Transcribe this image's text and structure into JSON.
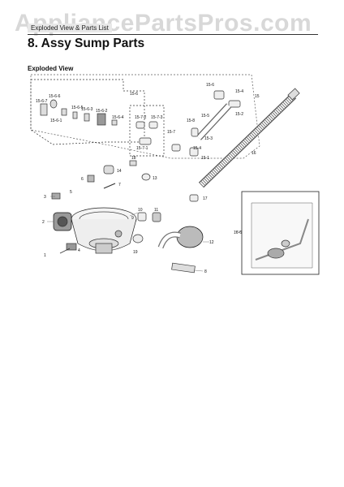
{
  "watermark": "AppliancePartsPros.com",
  "header": {
    "tab": "Exploded View & Parts List"
  },
  "title": "8.  Assy Sump Parts",
  "section": "Exploded View",
  "callouts": {
    "c1": "1",
    "c2": "2",
    "c3": "3",
    "c4": "4",
    "c5": "5",
    "c6": "6",
    "c7": "7",
    "c8": "8",
    "c9": "9",
    "c10": "10",
    "c11": "11",
    "c12": "12",
    "c13": "13",
    "c14": "14",
    "c15": "15",
    "c16": "16",
    "c17": "17",
    "c18": "18",
    "c19": "19",
    "c15_1": "15-1",
    "c15_2": "15-2",
    "c15_3": "15-3",
    "c15_4": "15-4",
    "c15_5": "15-5",
    "c15_6": "15-6",
    "c15_7": "15-7",
    "c15_8": "15-8",
    "c15_6_1": "15-6-1",
    "c15_6_2": "15-6-2",
    "c15_6_3": "15-6-3",
    "c15_6_4": "15-6-4",
    "c15_6_5": "15-6-5",
    "c15_6_6": "15-6-6",
    "c15_6_7": "15-6-7",
    "c15_7_1": "15-7-1",
    "c15_7_2": "15-7-2",
    "c15_7_3": "15-7-3",
    "c15_6b": "15-6",
    "c15_4b": "15-4",
    "c16_6": "16-6"
  }
}
